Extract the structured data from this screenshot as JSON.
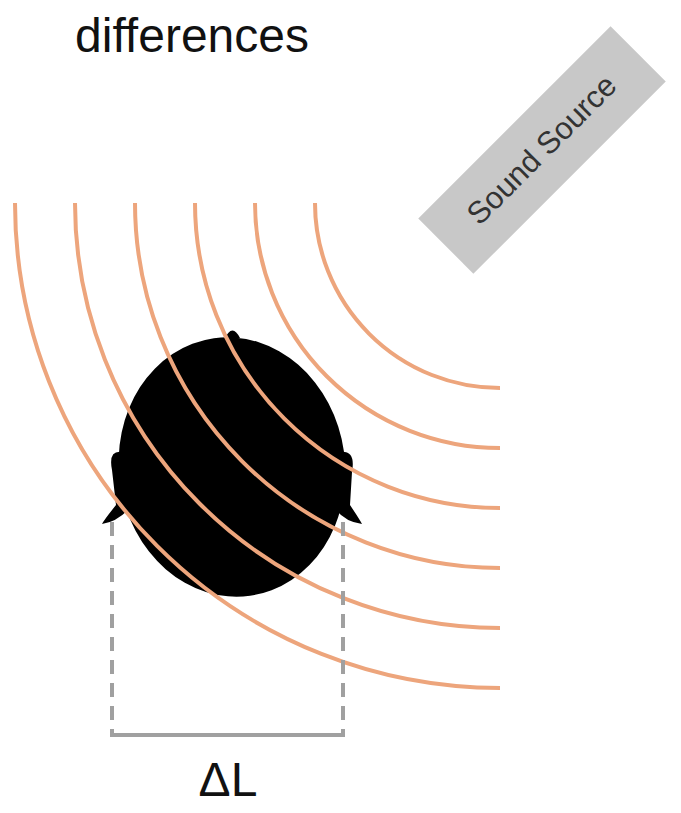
{
  "diagram": {
    "title": "differences",
    "nodes": [
      {
        "text": [
          "Sound Source"
        ]
      }
    ],
    "labels": [
      "ΔL"
    ]
  }
}
